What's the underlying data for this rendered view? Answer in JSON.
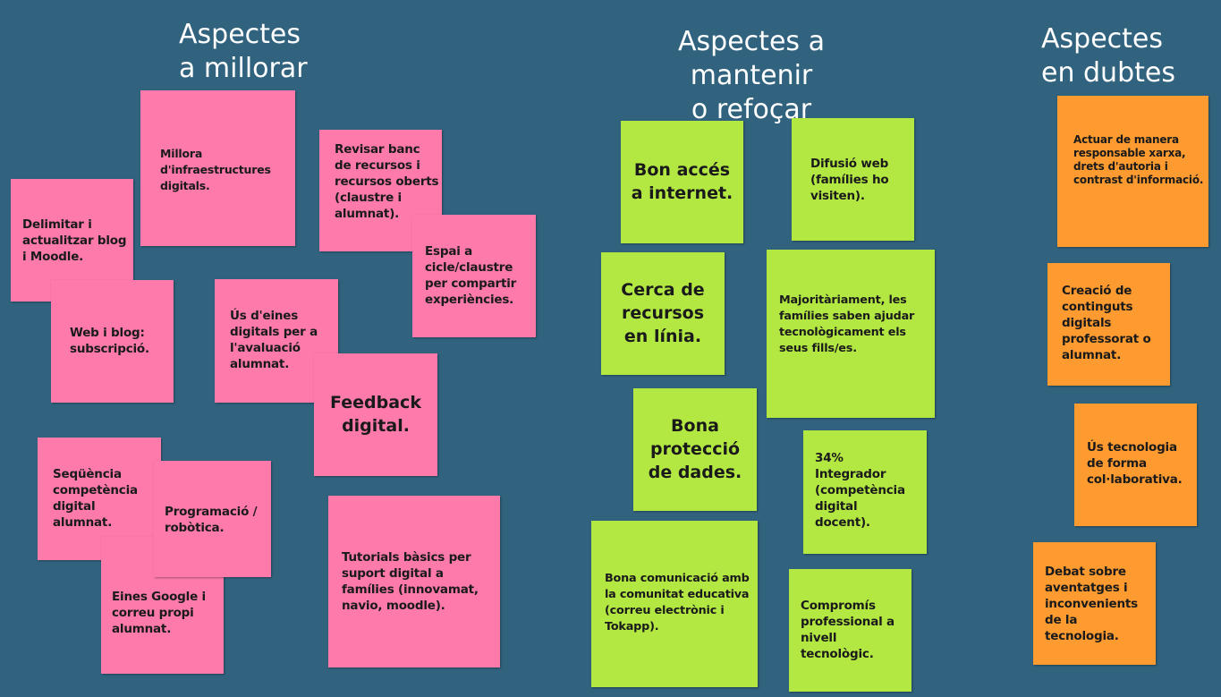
{
  "headings": {
    "improve": [
      "Aspectes",
      "a millorar"
    ],
    "maintain": [
      "Aspectes a mantenir",
      "o refoçar"
    ],
    "doubts": [
      "Aspectes",
      "en dubtes"
    ]
  },
  "colors": {
    "background": "#31637f",
    "pink": "#fd7aab",
    "green": "#b3e843",
    "orange": "#fd9a30"
  },
  "improve_notes": [
    "Millora d'infraestructures digitals.",
    "Revisar banc de recursos i recursos oberts (claustre i alumnat).",
    "Delimitar i actualitzar blog i Moodle.",
    "Espai a cicle/claustre per compartir experiències.",
    "Web i blog: subscripció.",
    "Ús d'eines digitals per a l'avaluació alumnat.",
    "Feedback digital.",
    "Seqüència competència digital alumnat.",
    "Eines Google i correu propi alumnat.",
    "Programació / robòtica.",
    "Tutorials bàsics per suport digital a famílies (innovamat, navio, moodle)."
  ],
  "maintain_notes": [
    "Bon accés a internet.",
    "Difusió web (famílies ho visiten).",
    "Cerca de recursos en línia.",
    "Majoritàriament, les famílies saben ajudar tecnològicament els seus fills/es.",
    "Bona protecció de dades.",
    "34% Integrador (competència digital docent).",
    "Bona comunicació amb la comunitat educativa (correu electrònic i Tokapp).",
    "Compromís professional a nivell tecnològic."
  ],
  "doubt_notes": [
    "Actuar de manera responsable xarxa, drets d'autoria i contrast d'informació.",
    "Creació de continguts digitals professorat o alumnat.",
    "Ús tecnologia de forma col·laborativa.",
    "Debat sobre aventatges i inconvenients de la tecnologia."
  ]
}
